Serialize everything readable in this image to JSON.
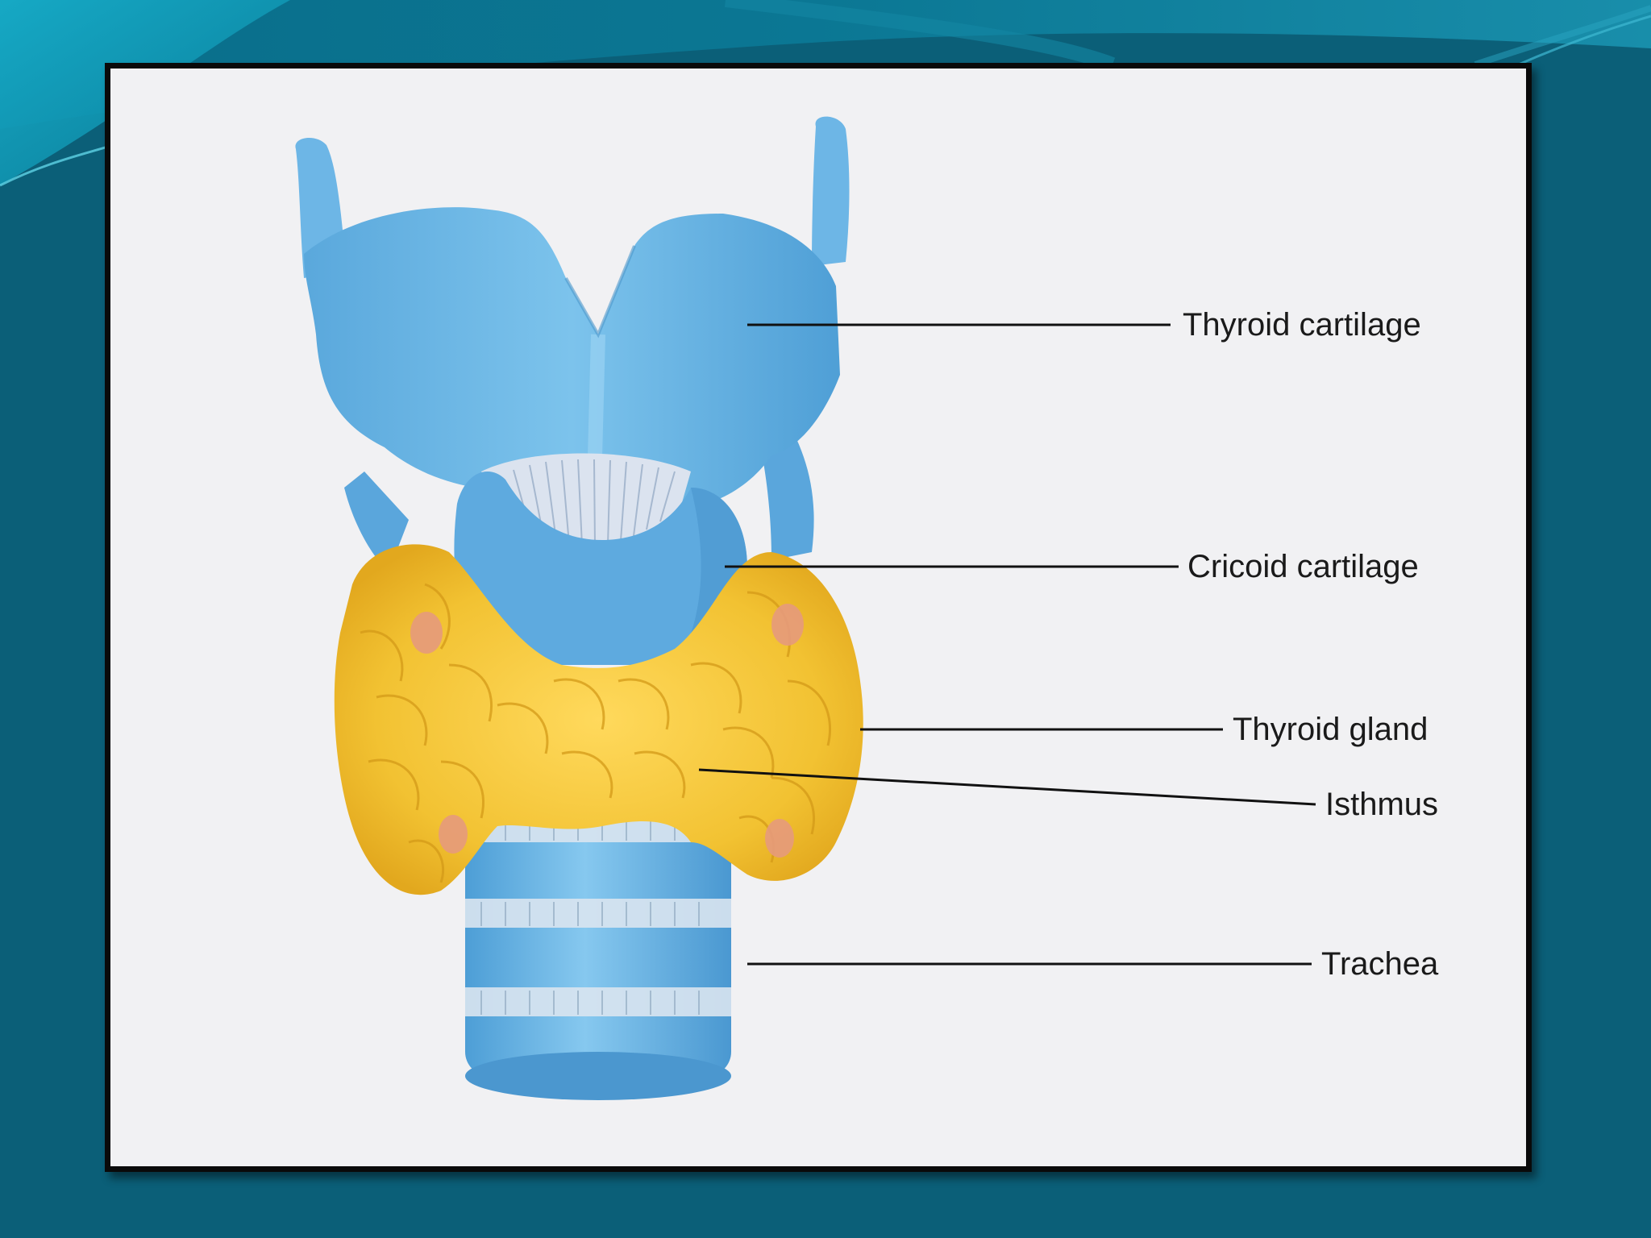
{
  "slide": {
    "background_color": "#0b5f78",
    "accent_color": "#0e9ab5"
  },
  "diagram": {
    "cartilage_color": "#6fb8e6",
    "gland_color": "#f2c63a",
    "labels": [
      {
        "id": "thyroid-cartilage",
        "text": "Thyroid cartilage"
      },
      {
        "id": "cricoid-cartilage",
        "text": "Cricoid cartilage"
      },
      {
        "id": "thyroid-gland",
        "text": "Thyroid gland"
      },
      {
        "id": "isthmus",
        "text": "Isthmus"
      },
      {
        "id": "trachea",
        "text": "Trachea"
      }
    ]
  }
}
